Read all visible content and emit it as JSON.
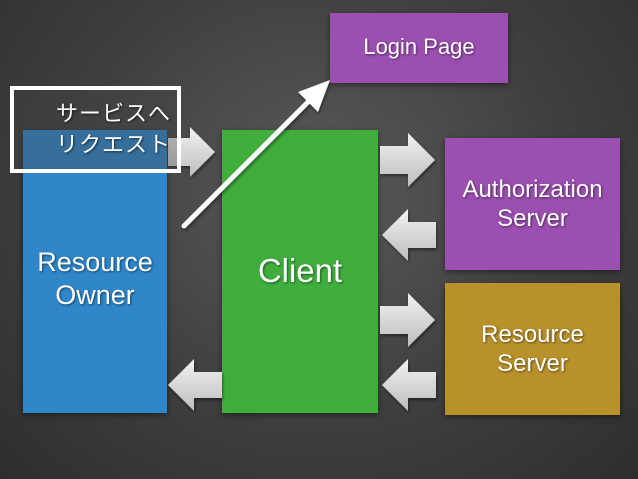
{
  "boxes": {
    "login_page": "Login Page",
    "resource_owner": "Resource\nOwner",
    "client": "Client",
    "authorization_server": "Authorization\nServer",
    "resource_server": "Resource\nServer"
  },
  "callout": {
    "request_label": "サービスへ\nリクエスト"
  },
  "colors": {
    "resource_owner": "#2f86c9",
    "client": "#3fae3d",
    "login_page": "#9b4fb0",
    "authorization_server": "#9b4fb0",
    "resource_server": "#b9912b",
    "arrow": "#e8e8e8"
  }
}
